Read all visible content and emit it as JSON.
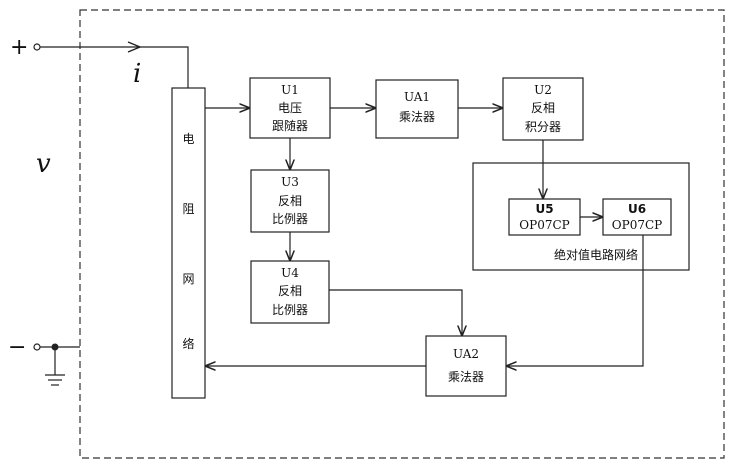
{
  "terminals": {
    "plus": "+",
    "minus": "−"
  },
  "current_label": "i",
  "voltage_label": "v",
  "resistor_network": [
    "电",
    "阻",
    "网",
    "络"
  ],
  "blocks": {
    "u1": [
      "U1",
      "电压",
      "跟随器"
    ],
    "ua1": [
      "UA1",
      "乘法器"
    ],
    "u2": [
      "U2",
      "反相",
      "积分器"
    ],
    "u3": [
      "U3",
      "反相",
      "比例器"
    ],
    "u4": [
      "U4",
      "反相",
      "比例器"
    ],
    "u5": [
      "U5",
      "OP07CP"
    ],
    "u6": [
      "U6",
      "OP07CP"
    ],
    "ua2": [
      "UA2",
      "乘法器"
    ]
  },
  "abs_network_label": "绝对值电路网络"
}
